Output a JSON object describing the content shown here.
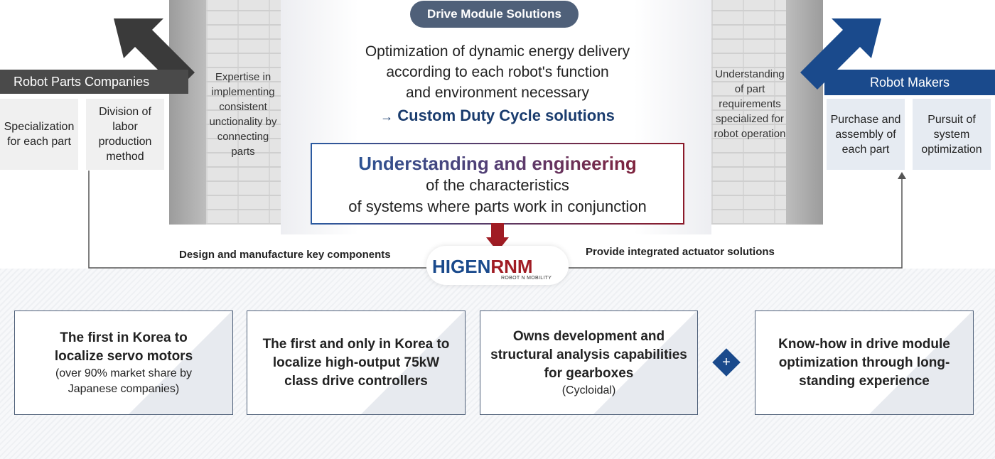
{
  "title_pill": "Drive Module Solutions",
  "headline_lines": [
    "Optimization of dynamic energy delivery",
    "according to each robot's function",
    "and environment necessary"
  ],
  "custom_arrow": "→",
  "custom_text": "Custom Duty Cycle solutions",
  "core_box": {
    "emphasis": "Understanding and engineering",
    "line2": "of the characteristics",
    "line3": "of systems where parts work in conjunction"
  },
  "left": {
    "label": "Robot Parts Companies",
    "box1": "Specialization for each part",
    "box2": "Division of labor production method",
    "wall_text": "Expertise in implementing consistent unctionality by connecting parts"
  },
  "right": {
    "label": "Robot Makers",
    "box1": "Purchase and assembly of each part",
    "box2": "Pursuit of system optimization",
    "wall_text": "Understanding of part requirements specialized for robot operation"
  },
  "flow": {
    "left_label": "Design and manufacture key components",
    "right_label": "Provide integrated actuator solutions"
  },
  "logo": {
    "part1": "HIGEN",
    "part2": "RNM",
    "tagline": "ROBOT N MOBILITY"
  },
  "cards": [
    {
      "title": "The first in Korea to localize servo motors",
      "note": "(over 90% market share by Japanese companies)"
    },
    {
      "title": "The first and only in Korea to localize high-output 75kW class drive controllers",
      "note": ""
    },
    {
      "title": "Owns development and structural analysis capabilities for gearboxes",
      "note": "(Cycloidal)"
    },
    {
      "title": "Know-how in drive module optimization through long-standing experience",
      "note": ""
    }
  ],
  "plus_symbol": "+",
  "colors": {
    "navy": "#1a4a8c",
    "slate": "#4f6079",
    "dark_gray": "#4a4a4a",
    "red_arrow": "#a01c24"
  }
}
